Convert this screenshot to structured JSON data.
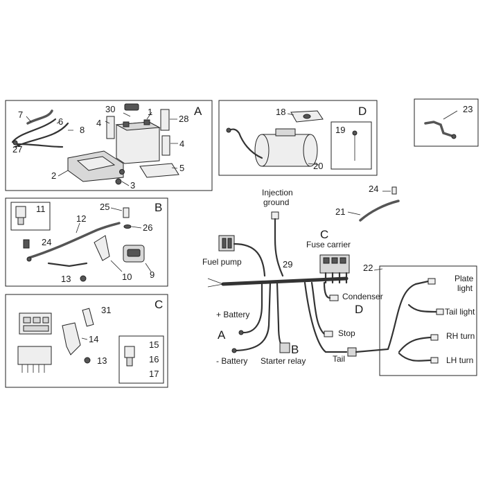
{
  "sections": {
    "A": "A",
    "B": "B",
    "C": "C",
    "D": "D",
    "A2": "A",
    "B2": "B",
    "C2": "C",
    "D2": "D"
  },
  "part_numbers": {
    "p1": "1",
    "p2": "2",
    "p3": "3",
    "p4a": "4",
    "p4b": "4",
    "p5": "5",
    "p6": "6",
    "p7": "7",
    "p8": "8",
    "p9": "9",
    "p10": "10",
    "p11": "11",
    "p12": "12",
    "p13a": "13",
    "p13b": "13",
    "p14": "14",
    "p15": "15",
    "p16": "16",
    "p17": "17",
    "p18": "18",
    "p19": "19",
    "p20": "20",
    "p21": "21",
    "p22": "22",
    "p23": "23",
    "p24a": "24",
    "p24b": "24",
    "p25": "25",
    "p26": "26",
    "p27": "27",
    "p28": "28",
    "p29": "29",
    "p30": "30",
    "p31": "31"
  },
  "labels": {
    "injection_ground_1": "Injection",
    "injection_ground_2": "ground",
    "fuse_carrier": "Fuse carrier",
    "fuel_pump": "Fuel pump",
    "condenser": "Condenser",
    "plus_battery": "+ Battery",
    "minus_battery": "- Battery",
    "starter_relay": "Starter relay",
    "stop": "Stop",
    "tail": "Tail",
    "plate_light_1": "Plate",
    "plate_light_2": "light",
    "tail_light": "Tail light",
    "rh_turn": "RH turn",
    "lh_turn": "LH turn"
  }
}
